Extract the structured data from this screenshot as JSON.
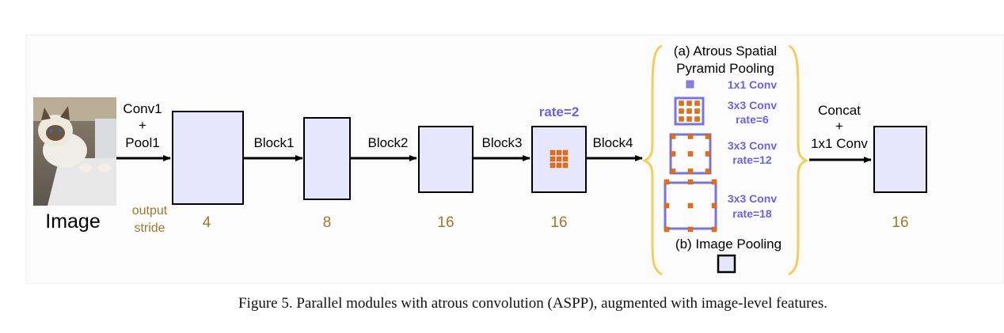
{
  "colors": {
    "block_fill": "#e6e6ff",
    "stride_text": "#9b7a2e",
    "conv_label": "#6a64d8",
    "kernel_dot": "#e0701a",
    "brace": "#f2cf5a",
    "conv_box": "#7a74e0"
  },
  "input": {
    "icon": "cat-photo",
    "label": "Image",
    "stride_label": [
      "output",
      "stride"
    ]
  },
  "operations": {
    "conv1_pool1": [
      "Conv1",
      "+",
      "Pool1"
    ],
    "block1": "Block1",
    "block2": "Block2",
    "block3": "Block3",
    "block4": "Block4",
    "concat": [
      "Concat",
      "+",
      "1x1 Conv"
    ]
  },
  "strides": [
    "4",
    "8",
    "16",
    "16",
    "16"
  ],
  "rate_label": "rate=2",
  "aspp": {
    "title": [
      "(a) Atrous Spatial",
      "Pyramid Pooling"
    ],
    "branches": [
      {
        "lines": [
          "1x1 Conv"
        ]
      },
      {
        "lines": [
          "3x3 Conv",
          "rate=6"
        ]
      },
      {
        "lines": [
          "3x3 Conv",
          "rate=12"
        ]
      },
      {
        "lines": [
          "3x3 Conv",
          "rate=18"
        ]
      }
    ],
    "image_pooling": "(b) Image Pooling"
  },
  "caption": "Figure 5. Parallel modules with atrous convolution (ASPP), augmented with image-level features."
}
